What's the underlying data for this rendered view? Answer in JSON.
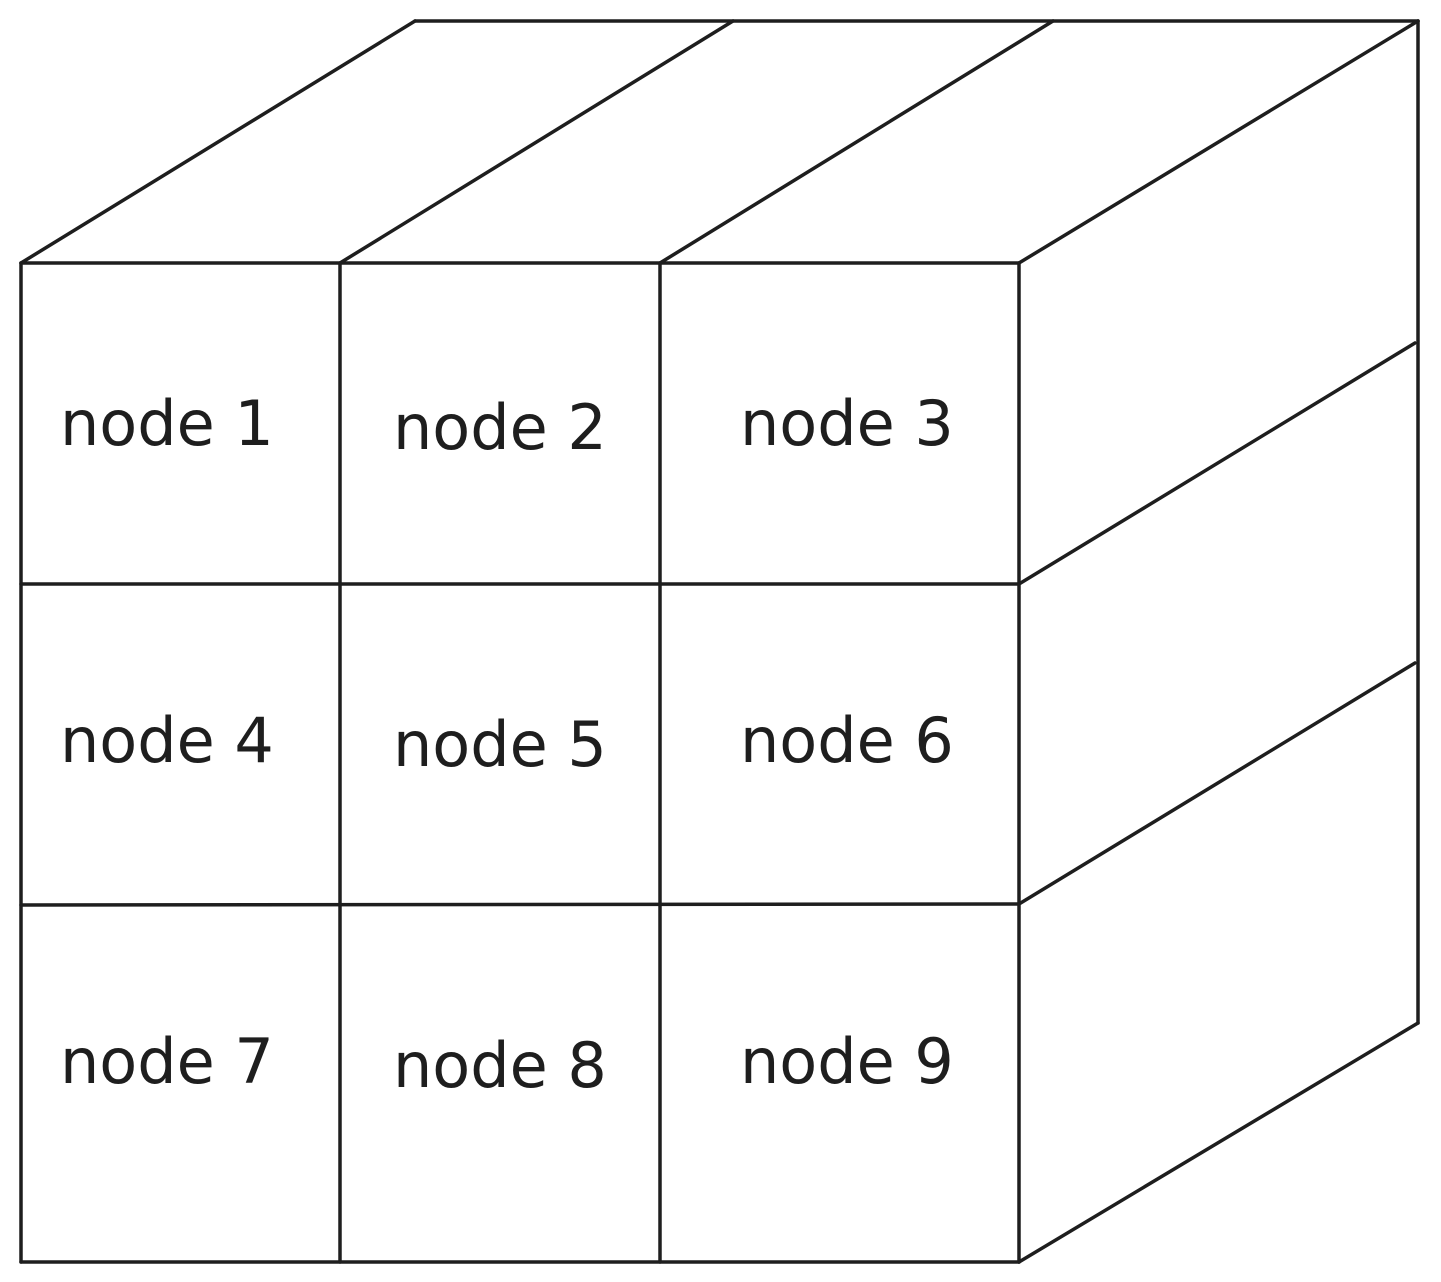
{
  "diagram": {
    "style": {
      "stroke": "#1e1e1e",
      "text": "#1e1e1e",
      "background": "#ffffff"
    },
    "nodes": [
      {
        "id": 1,
        "label": "node 1"
      },
      {
        "id": 2,
        "label": "node 2"
      },
      {
        "id": 3,
        "label": "node 3"
      },
      {
        "id": 4,
        "label": "node 4"
      },
      {
        "id": 5,
        "label": "node 5"
      },
      {
        "id": 6,
        "label": "node 6"
      },
      {
        "id": 7,
        "label": "node 7"
      },
      {
        "id": 8,
        "label": "node 8"
      },
      {
        "id": 9,
        "label": "node 9"
      }
    ]
  }
}
